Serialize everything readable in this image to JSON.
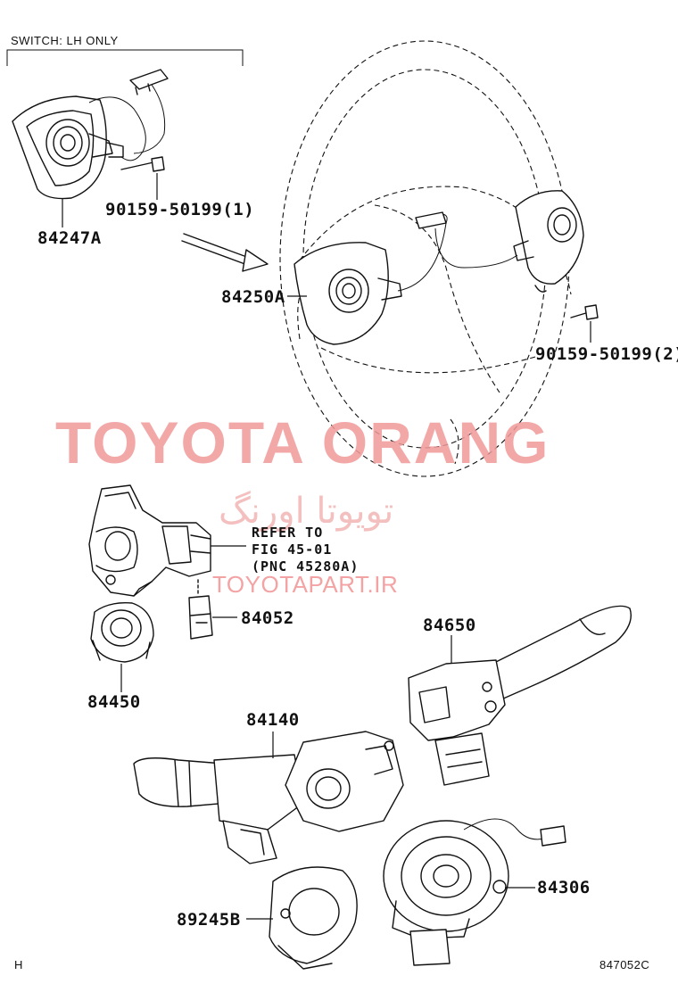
{
  "diagram": {
    "switch_note": "SWITCH: LH ONLY",
    "refer_to": {
      "line1": "REFER TO",
      "line2": "FIG 45-01",
      "line3": "(PNC 45280A)"
    },
    "part_numbers": {
      "p84247A": "84247A",
      "p90159_1": "90159-50199(1)",
      "p84250A": "84250A",
      "p90159_2": "90159-50199(2)",
      "p84052": "84052",
      "p84450": "84450",
      "p84650": "84650",
      "p84140": "84140",
      "p84306": "84306",
      "p89245B": "89245B"
    },
    "corner_left": "H",
    "figure_code": "847052C"
  },
  "watermarks": {
    "main": "TOYOTA ORANG",
    "persian": "تویوتا اورنگ",
    "site": "TOYOTAPART.IR"
  },
  "colors": {
    "line": "#111111",
    "watermark": "#f29a9a"
  }
}
